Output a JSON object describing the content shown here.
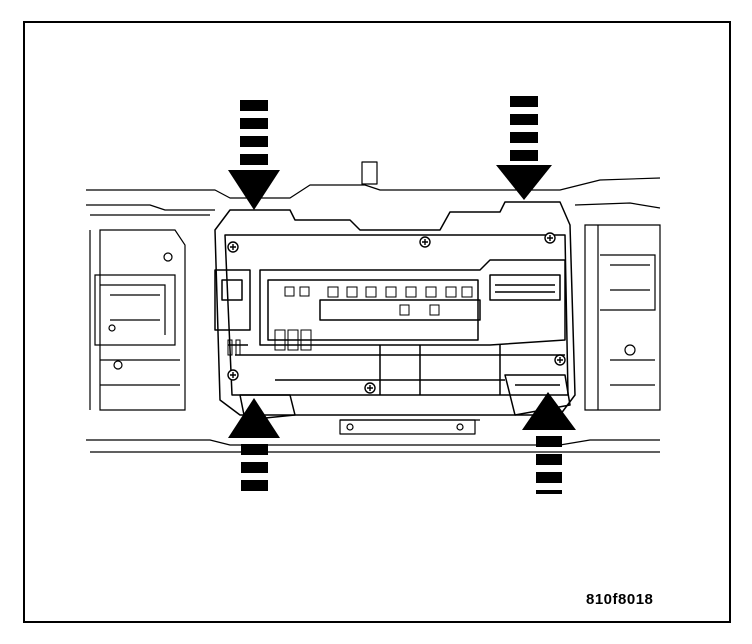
{
  "figure": {
    "reference_code": "810f8018",
    "colors": {
      "line": "#000000",
      "background": "#ffffff",
      "arrow": "#000000"
    },
    "arrows": [
      {
        "id": "top-left",
        "direction": "down"
      },
      {
        "id": "top-right",
        "direction": "down"
      },
      {
        "id": "bottom-left",
        "direction": "up"
      },
      {
        "id": "bottom-right",
        "direction": "up"
      }
    ],
    "icons": [
      "arrow-down-icon",
      "arrow-up-icon",
      "screw-icon"
    ]
  }
}
